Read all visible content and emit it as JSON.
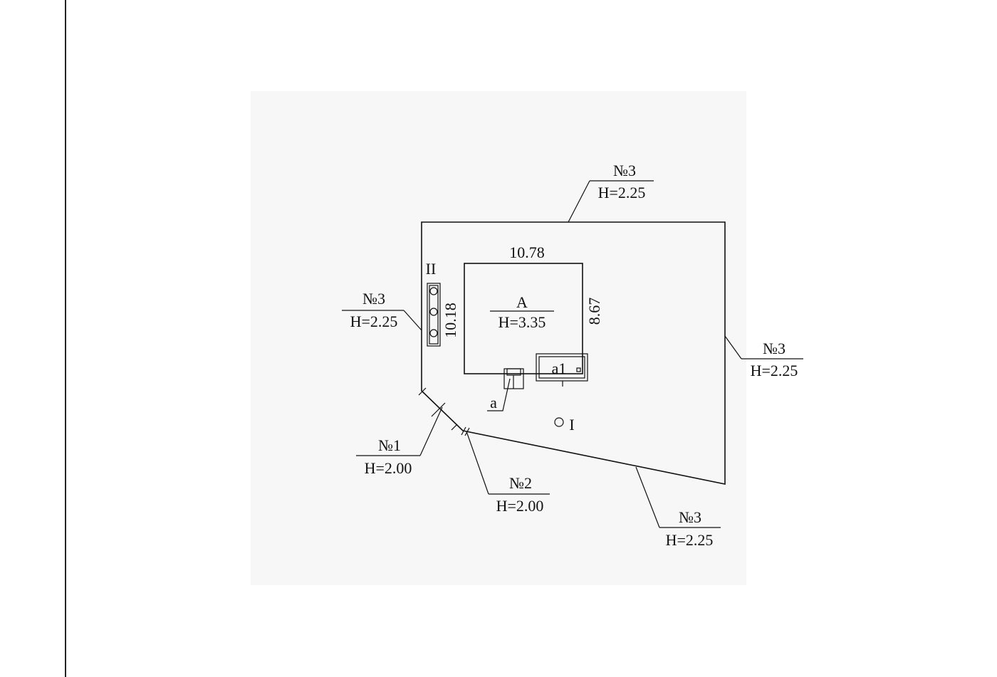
{
  "labels": {
    "top": {
      "number": "№3",
      "height": "H=2.25"
    },
    "left": {
      "number": "№3",
      "height": "H=2.25"
    },
    "right": {
      "number": "№3",
      "height": "H=2.25"
    },
    "bottom_right": {
      "number": "№3",
      "height": "H=2.25"
    },
    "segment_1": {
      "number": "№1",
      "height": "H=2.00"
    },
    "segment_2": {
      "number": "№2",
      "height": "H=2.00"
    }
  },
  "building_a": {
    "letter": "A",
    "height": "H=3.35",
    "top_dim": "10.78",
    "left_dim": "10.18",
    "right_dim": "8.67"
  },
  "annex_a1": {
    "label": "a1"
  },
  "porch_a": {
    "label": "a"
  },
  "structure_ii": {
    "label": "II"
  },
  "point_i": {
    "label": "I"
  },
  "colors": {
    "line": "#111111",
    "panel": "#f7f7f7",
    "background": "#ffffff"
  }
}
